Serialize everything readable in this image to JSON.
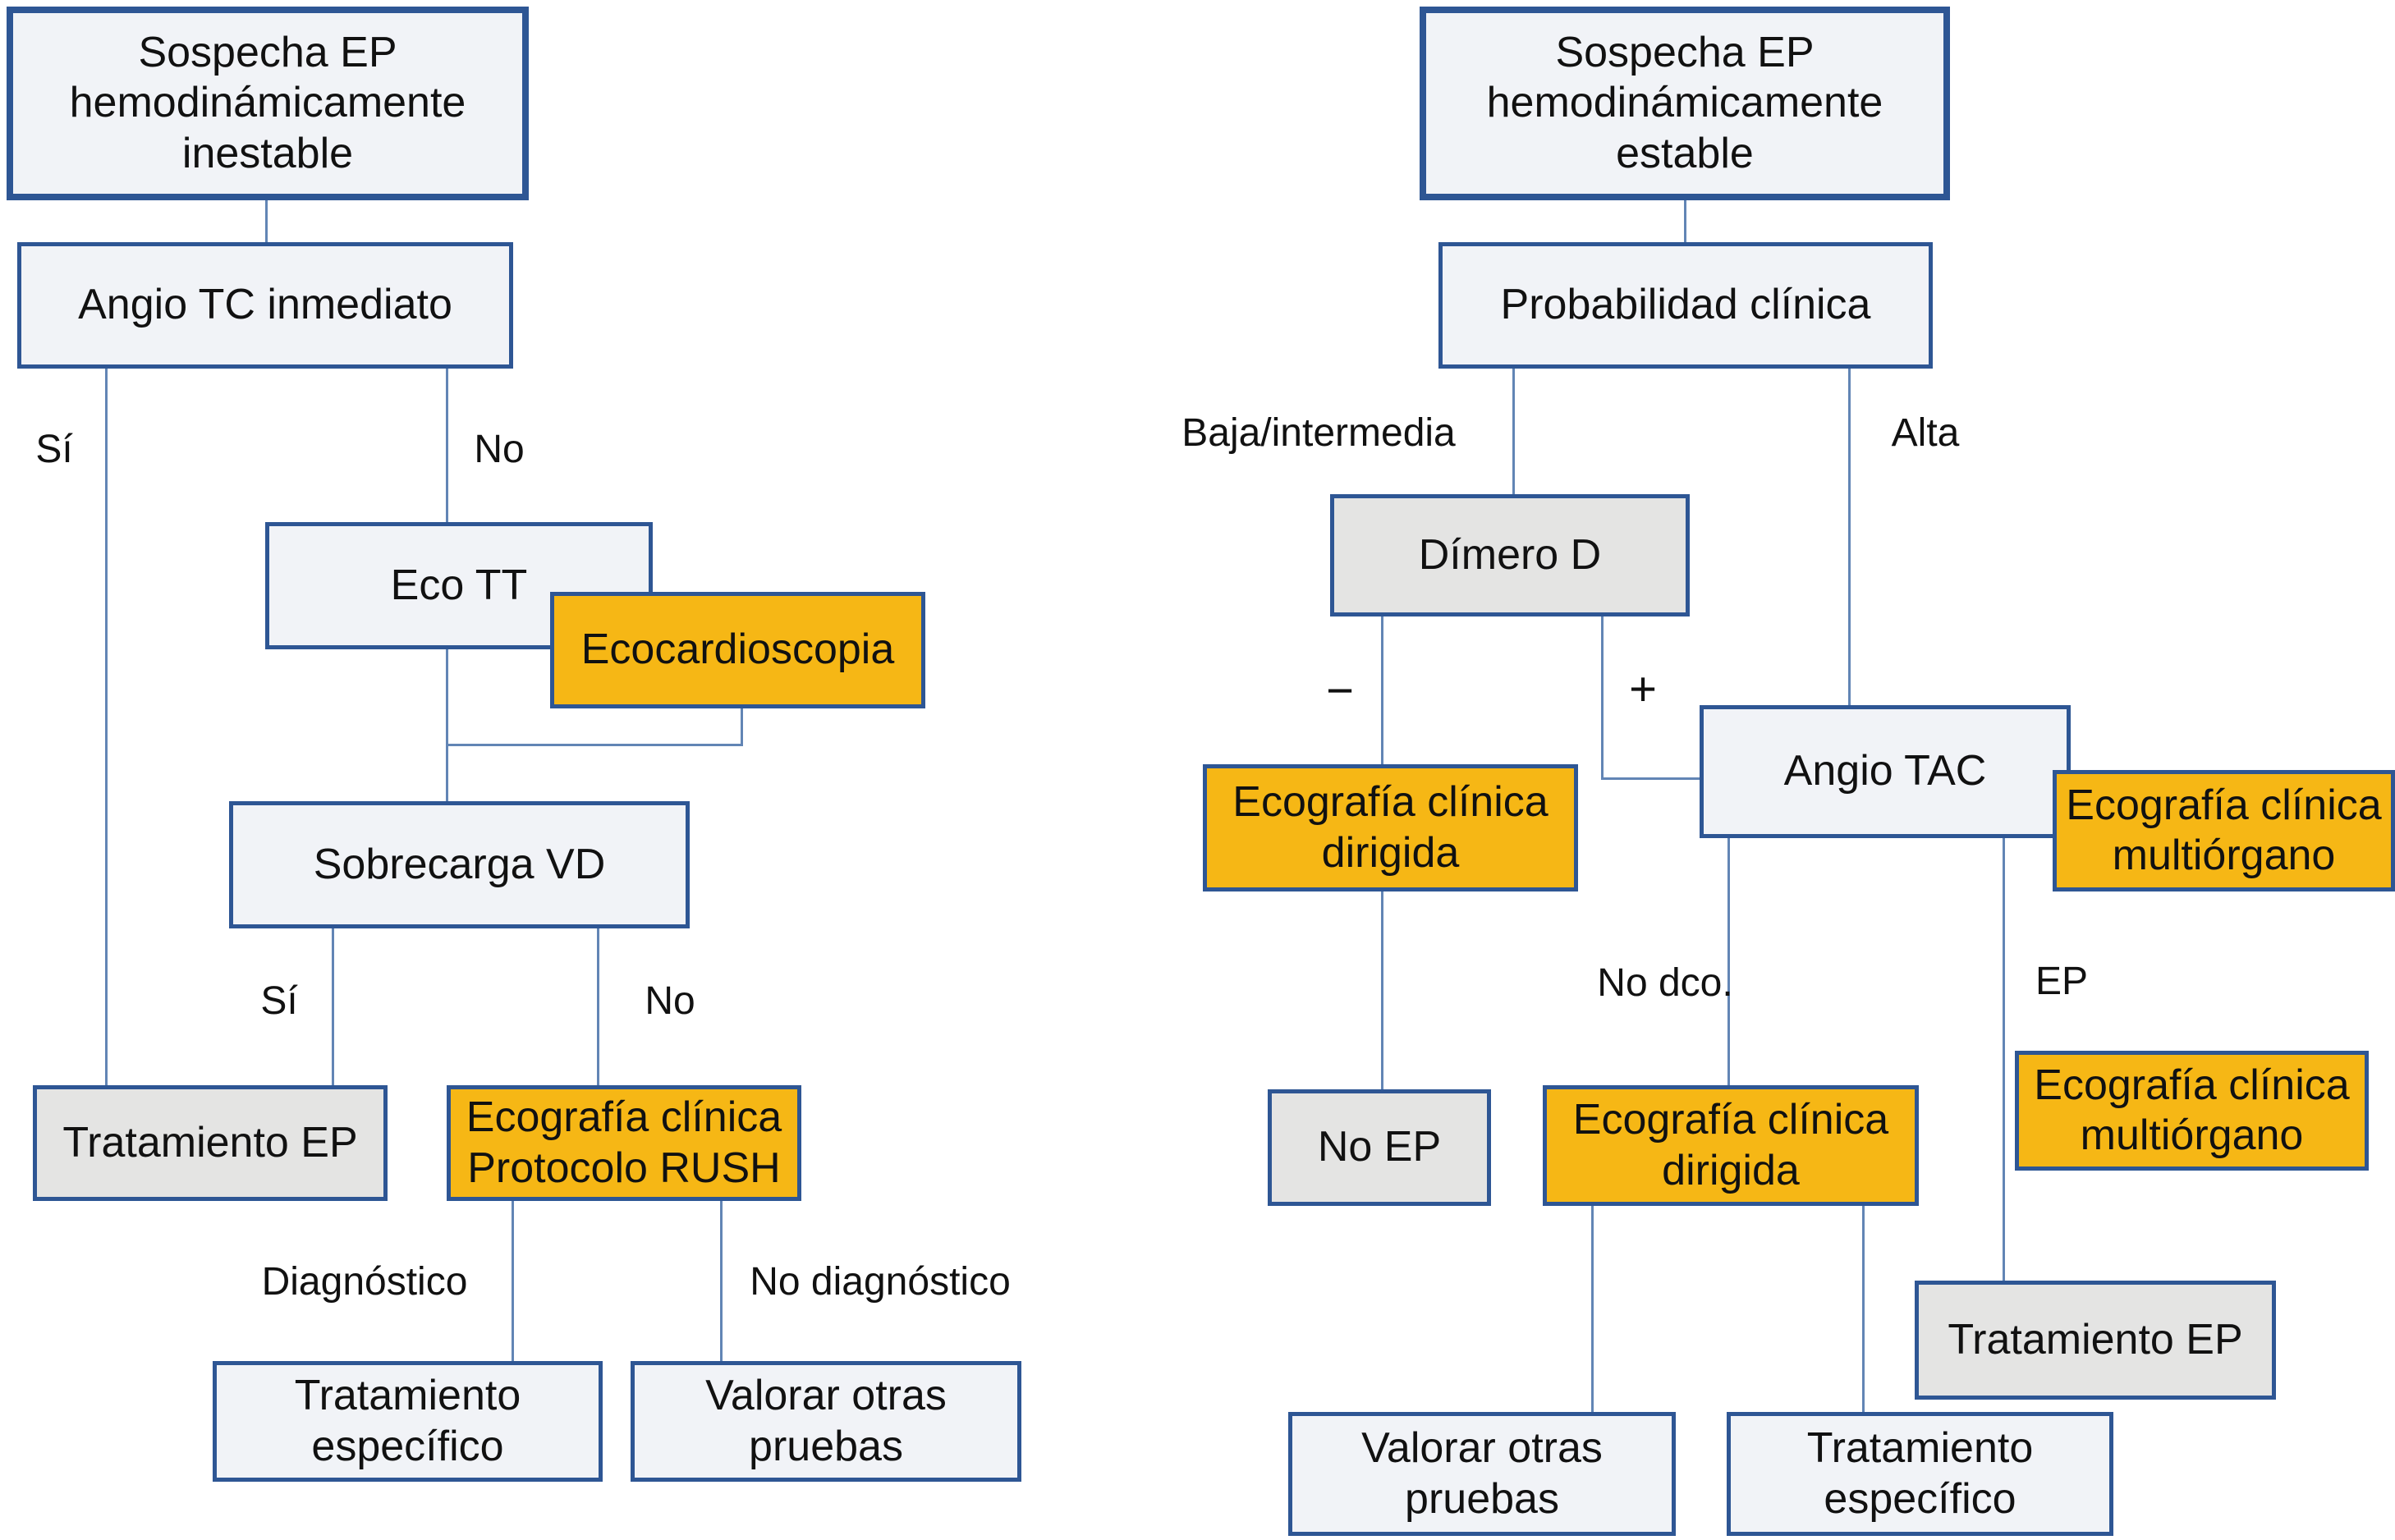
{
  "diagram": {
    "description_left_root": "flowchart for hemodynamically unstable suspected PE",
    "description_right_root": "flowchart for hemodynamically stable suspected PE"
  },
  "nodes": {
    "sospecha_inestable": {
      "label": "Sospecha EP\nhemodinámicamente\ninestable"
    },
    "angio_tc_inmediato": {
      "label": "Angio TC inmediato"
    },
    "eco_tt": {
      "label": "Eco TT"
    },
    "ecocardioscopia": {
      "label": "Ecocardioscopia"
    },
    "sobrecarga_vd": {
      "label": "Sobrecarga VD"
    },
    "tratamiento_ep_left": {
      "label": "Tratamiento EP"
    },
    "eco_protocolo_rush": {
      "label": "Ecografía clínica\nProtocolo RUSH"
    },
    "tratamiento_especifico_left": {
      "label": "Tratamiento\nespecífico"
    },
    "valorar_otras_pruebas_left": {
      "label": "Valorar otras\npruebas"
    },
    "sospecha_estable": {
      "label": "Sospecha EP\nhemodinámicamente\nestable"
    },
    "probabilidad_clinica": {
      "label": "Probabilidad clínica"
    },
    "dimero_d": {
      "label": "Dímero D"
    },
    "angio_tac": {
      "label": "Angio TAC"
    },
    "eco_multiorgano_1": {
      "label": "Ecografía clínica\nmultiórgano"
    },
    "eco_dirigida_1": {
      "label": "Ecografía clínica\ndirigida"
    },
    "no_ep": {
      "label": "No EP"
    },
    "eco_dirigida_2": {
      "label": "Ecografía clínica\ndirigida"
    },
    "eco_multiorgano_2": {
      "label": "Ecografía clínica\nmultiórgano"
    },
    "tratamiento_ep_right": {
      "label": "Tratamiento EP"
    },
    "valorar_otras_pruebas_right": {
      "label": "Valorar otras\npruebas"
    },
    "tratamiento_especifico_right": {
      "label": "Tratamiento\nespecífico"
    }
  },
  "edge_labels": {
    "si_1": "Sí",
    "no_1": "No",
    "si_2": "Sí",
    "no_2": "No",
    "diagnostico": "Diagnóstico",
    "no_diagnostico": "No diagnóstico",
    "baja_intermedia": "Baja/intermedia",
    "alta": "Alta",
    "minus": "−",
    "plus": "+",
    "no_dco": "No dco.",
    "ep": "EP"
  },
  "colors": {
    "box_fill_light": "#f1f3f7",
    "box_fill_gray": "#e4e4e3",
    "box_fill_orange": "#f6b715",
    "box_border_blue": "#2e5694",
    "connector_blue": "#6285b5",
    "background": "#ffffff",
    "text": "#111111"
  }
}
